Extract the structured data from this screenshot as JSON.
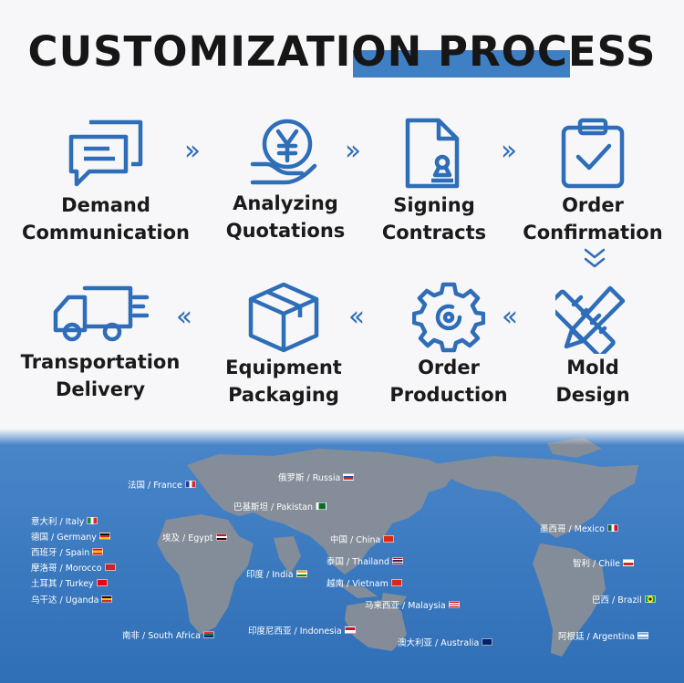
{
  "title": "CUSTOMIZATION PROCESS",
  "steps": [
    {
      "line1": "Demand",
      "line2": "Communication",
      "icon": "chat-bubbles-icon"
    },
    {
      "line1": "Analyzing",
      "line2": "Quotations",
      "icon": "yen-coin-hand-icon"
    },
    {
      "line1": "Signing",
      "line2": "Contracts",
      "icon": "document-stamp-icon"
    },
    {
      "line1": "Order",
      "line2": "Confirmation",
      "icon": "clipboard-check-icon"
    },
    {
      "line1": "Mold",
      "line2": "Design",
      "icon": "ruler-pencil-icon"
    },
    {
      "line1": "Order",
      "line2": "Production",
      "icon": "gear-icon"
    },
    {
      "line1": "Equipment",
      "line2": "Packaging",
      "icon": "box-icon"
    },
    {
      "line1": "Transportation",
      "line2": "Delivery",
      "icon": "truck-icon"
    }
  ],
  "arrows": {
    "right": "››",
    "left": "‹‹",
    "down": "⌄"
  },
  "countries": [
    {
      "label": "法国 / France",
      "flag": [
        "#1d3f9e",
        "#ffffff",
        "#d62a2a"
      ]
    },
    {
      "label": "俄罗斯 / Russia",
      "flag": [
        "#ffffff",
        "#1d4fb0",
        "#d62a2a"
      ]
    },
    {
      "label": "巴基斯坦 / Pakistan",
      "flag": [
        "#ffffff",
        "#0b6b2c",
        "#0b6b2c"
      ]
    },
    {
      "label": "意大利 / Italy",
      "flag": [
        "#138a3d",
        "#ffffff",
        "#d62a2a"
      ]
    },
    {
      "label": "德国 / Germany",
      "flag": [
        "#111111",
        "#d62a2a",
        "#f5c400"
      ]
    },
    {
      "label": "西班牙 / Spain",
      "flag": [
        "#c8102e",
        "#f5c400",
        "#c8102e"
      ]
    },
    {
      "label": "摩洛哥 / Morocco",
      "flag": [
        "#c1272d",
        "#c1272d",
        "#c1272d"
      ]
    },
    {
      "label": "土耳其 / Turkey",
      "flag": [
        "#e30a17",
        "#e30a17",
        "#e30a17"
      ]
    },
    {
      "label": "乌干达 / Uganda",
      "flag": [
        "#111111",
        "#f5c400",
        "#d62a2a"
      ]
    },
    {
      "label": "埃及 / Egypt",
      "flag": [
        "#ce1126",
        "#ffffff",
        "#111111"
      ]
    },
    {
      "label": "中国 / China",
      "flag": [
        "#de2910",
        "#de2910",
        "#de2910"
      ]
    },
    {
      "label": "泰国 / Thailand",
      "flag": [
        "#a51931",
        "#2d2a4a",
        "#a51931"
      ]
    },
    {
      "label": "印度 / India",
      "flag": [
        "#ff9933",
        "#ffffff",
        "#138808"
      ]
    },
    {
      "label": "越南 / Vietnam",
      "flag": [
        "#da251d",
        "#da251d",
        "#da251d"
      ]
    },
    {
      "label": "马来西亚 / Malaysia",
      "flag": [
        "#cc0001",
        "#ffffff",
        "#010066"
      ]
    },
    {
      "label": "南非 / South Africa",
      "flag": [
        "#007a4d",
        "#ffb612",
        "#de3831"
      ]
    },
    {
      "label": "印度尼西亚 / Indonesia",
      "flag": [
        "#ce1126",
        "#ffffff",
        "#ffffff"
      ]
    },
    {
      "label": "澳大利亚 / Australia",
      "flag": [
        "#012169",
        "#012169",
        "#e4002b"
      ]
    },
    {
      "label": "墨西哥 / Mexico",
      "flag": [
        "#006847",
        "#ffffff",
        "#ce1126"
      ]
    },
    {
      "label": "智利 / Chile",
      "flag": [
        "#ffffff",
        "#d52b1e",
        "#0039a6"
      ]
    },
    {
      "label": "巴西 / Brazil",
      "flag": [
        "#009c3b",
        "#ffdf00",
        "#009c3b"
      ]
    },
    {
      "label": "阿根廷 / Argentina",
      "flag": [
        "#74acdf",
        "#ffffff",
        "#74acdf"
      ]
    }
  ]
}
